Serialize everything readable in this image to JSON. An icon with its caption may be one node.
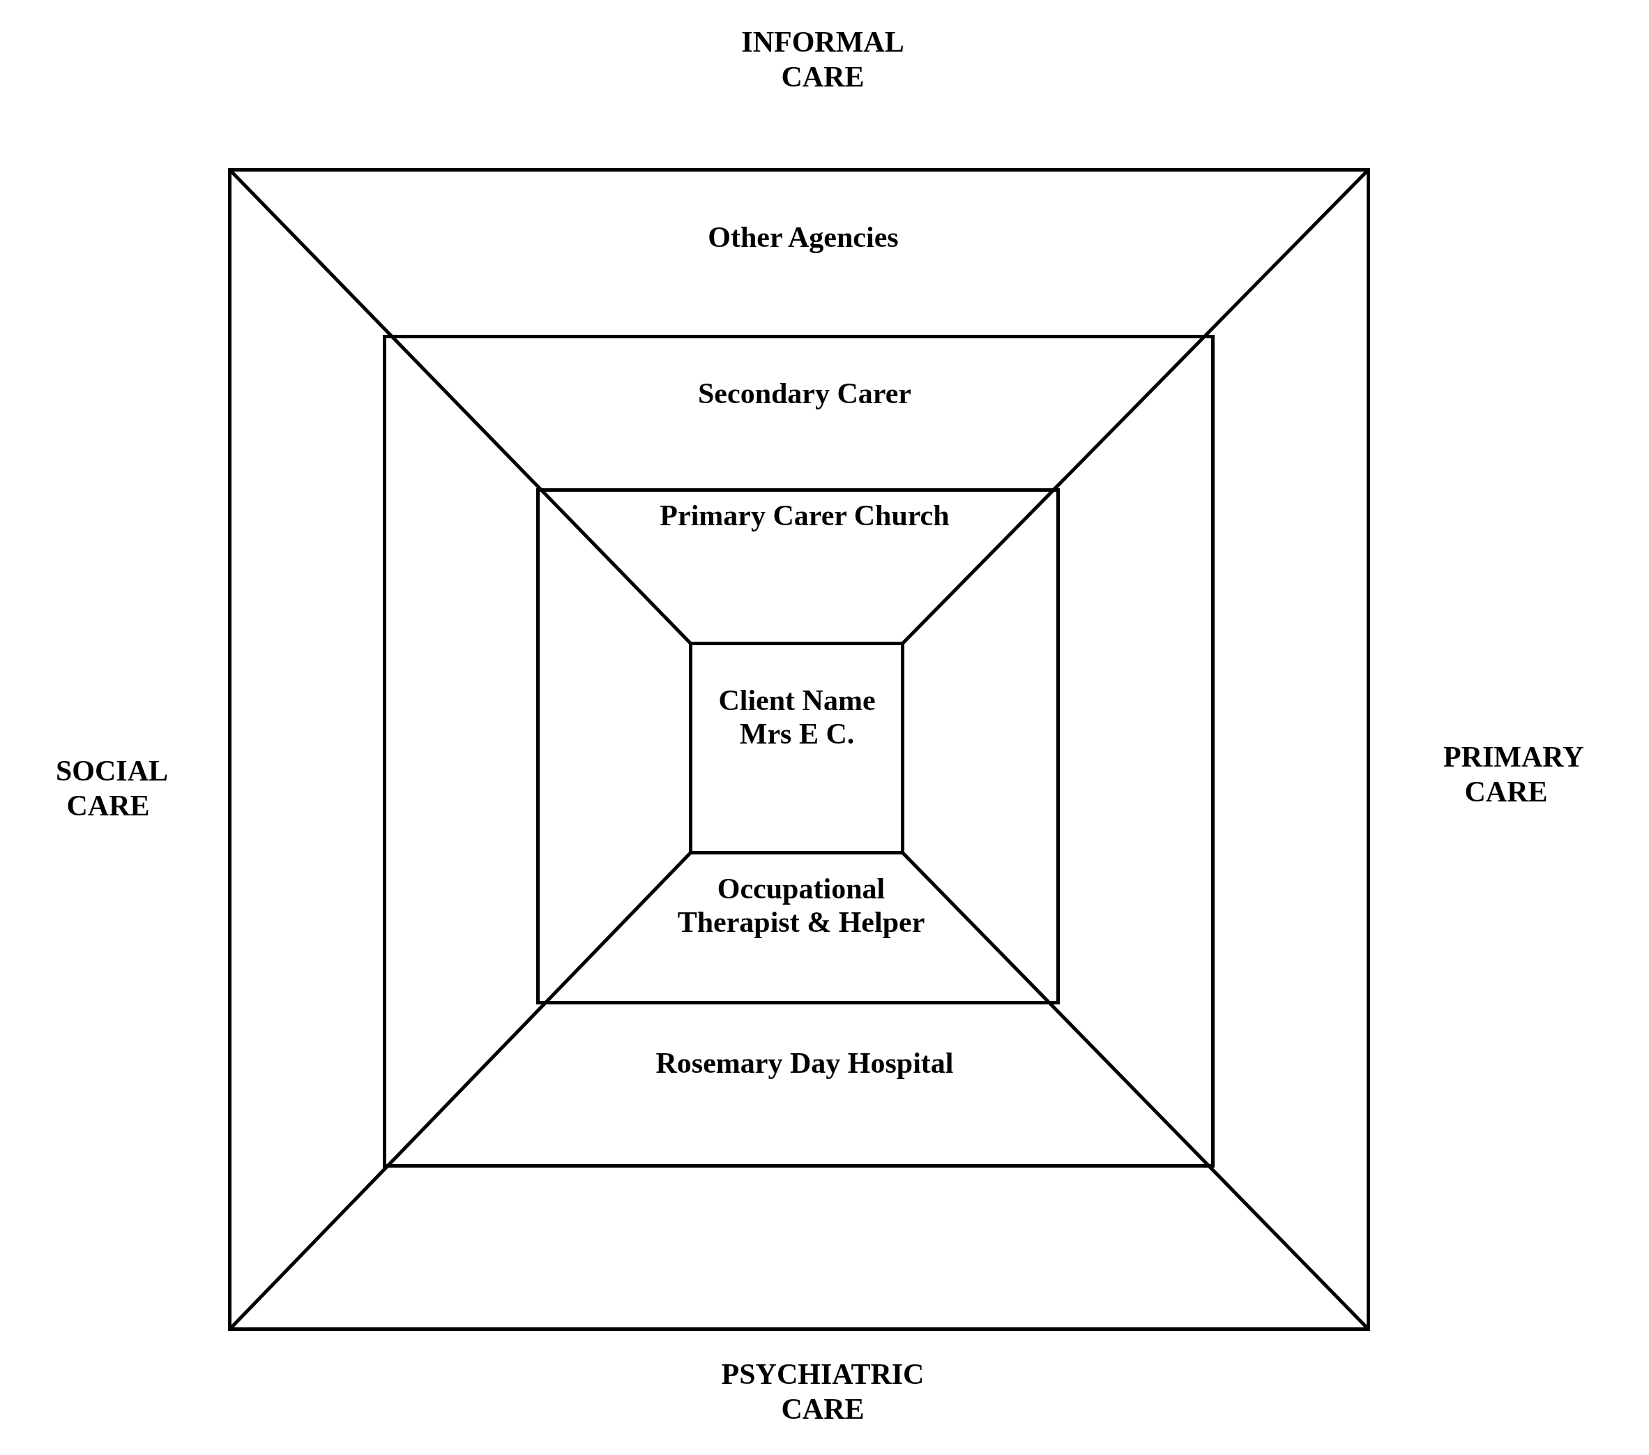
{
  "diagram": {
    "nodes": [
      {
        "text": [
          "Other Agencies"
        ]
      },
      {
        "text": [
          "Secondary Carer",
          "Rosemary Day Hospital"
        ],
        "in": 0
      },
      {
        "text": [
          "Primary Carer Church",
          "Occupational Therapist & Helper"
        ],
        "in": 1
      },
      {
        "text": [
          "Client Name Mrs E C."
        ],
        "in": 2
      }
    ],
    "edges": [],
    "labels": [
      "INFORMAL CARE",
      "SOCIAL CARE",
      "PRIMARY CARE",
      "PSYCHIATRIC CARE"
    ]
  }
}
